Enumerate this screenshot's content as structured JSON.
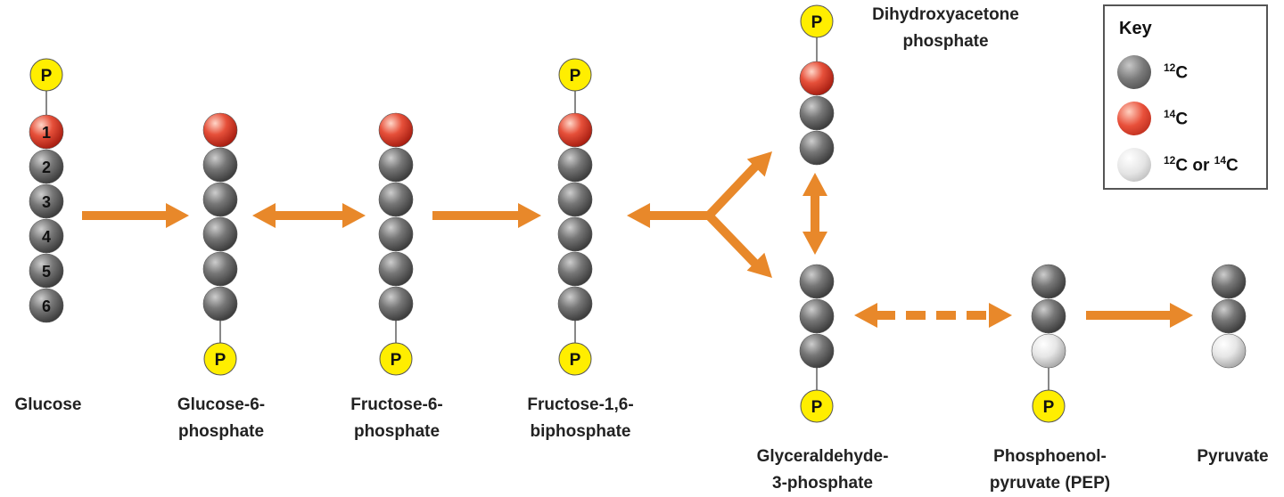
{
  "phosphate_symbol": "P",
  "colors": {
    "arrow": "#e8882a",
    "carbon12": "#6e6e6e",
    "carbon14": "#e0402e",
    "either": "#e2e2e2",
    "phosphate": "#ffee00"
  },
  "molecules": {
    "glucose": {
      "name": "Glucose",
      "carbon_numbers": [
        "1",
        "2",
        "3",
        "4",
        "5",
        "6"
      ]
    },
    "g6p": {
      "name_line1": "Glucose-6-",
      "name_line2": "phosphate"
    },
    "f6p": {
      "name_line1": "Fructose-6-",
      "name_line2": "phosphate"
    },
    "f16bp": {
      "name_line1": "Fructose-1,6-",
      "name_line2": "biphosphate"
    },
    "dhap": {
      "name_line1": "Dihydroxyacetone",
      "name_line2": "phosphate"
    },
    "g3p": {
      "name_line1": "Glyceraldehyde-",
      "name_line2": "3-phosphate"
    },
    "pep": {
      "name_line1": "Phosphoenol-",
      "name_line2": "pyruvate (PEP)"
    },
    "pyruvate": {
      "name": "Pyruvate"
    }
  },
  "key": {
    "title": "Key",
    "items": [
      {
        "icon": "carbon-12-ball",
        "isotope": "12",
        "element": "C",
        "suffix_text": "",
        "isotope2": "",
        "element2": ""
      },
      {
        "icon": "carbon-14-ball",
        "isotope": "14",
        "element": "C",
        "suffix_text": "",
        "isotope2": "",
        "element2": ""
      },
      {
        "icon": "carbon-12-or-14-ball",
        "isotope": "12",
        "element": "C",
        "suffix_text": " or ",
        "isotope2": "14",
        "element2": "C"
      }
    ]
  }
}
